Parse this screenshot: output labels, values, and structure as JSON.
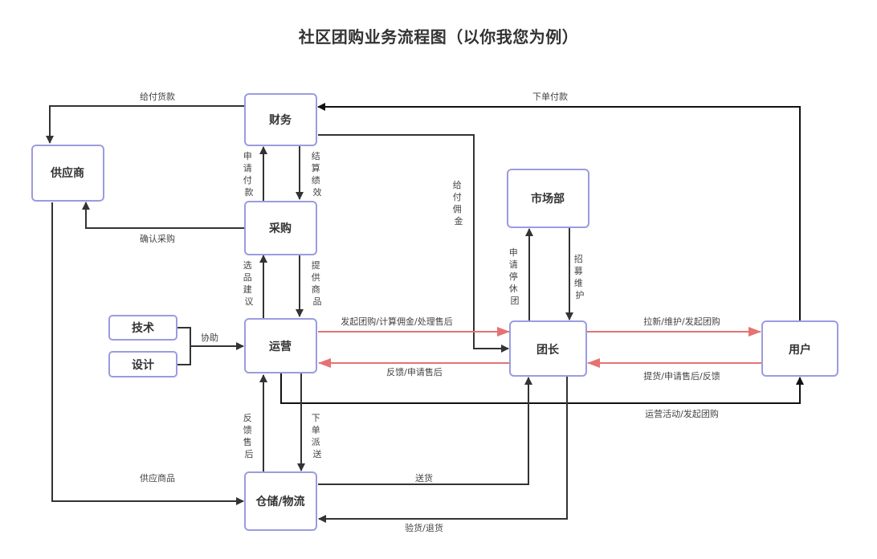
{
  "title": "社区团购业务流程图（以你我您为例）",
  "colors": {
    "node_border": "#9a9ce0",
    "edge_dark": "#333333",
    "edge_red": "#e57373",
    "text": "#333333"
  },
  "nodes": {
    "supplier": "供应商",
    "finance": "财务",
    "purchase": "采购",
    "market": "市场部",
    "tech": "技术",
    "design": "设计",
    "operations": "运营",
    "leader": "团长",
    "user": "用户",
    "warehouse": "仓储/物流"
  },
  "edges": {
    "pay_goods": "给付货款",
    "order_pay": "下单付款",
    "apply_payment": [
      "申",
      "请",
      "付",
      "款"
    ],
    "settle_perf": [
      "结",
      "算",
      "绩",
      "效"
    ],
    "pay_commission": [
      "给",
      "付",
      "佣",
      "金"
    ],
    "confirm_purchase": "确认采购",
    "select_suggest": [
      "选",
      "品",
      "建",
      "议"
    ],
    "provide_goods": [
      "提",
      "供",
      "商",
      "品"
    ],
    "apply_pause": [
      "申",
      "请",
      "停",
      "休",
      "团"
    ],
    "recruit_maintain": [
      "招",
      "募",
      "维",
      "护"
    ],
    "assist": "协助",
    "ops_to_leader": "发起团购/计算佣金/处理售后",
    "leader_to_ops": "反馈/申请售后",
    "leader_to_user": "拉新/维护/发起团购",
    "user_to_leader": "提货/申请售后/反馈",
    "ops_to_user": "运营活动/发起团购",
    "feedback_aftersale": [
      "反",
      "馈",
      "售",
      "后"
    ],
    "order_dispatch": [
      "下",
      "单",
      "派",
      "送"
    ],
    "supply_goods": "供应商品",
    "deliver": "送货",
    "inspect_return": "验货/退货"
  }
}
